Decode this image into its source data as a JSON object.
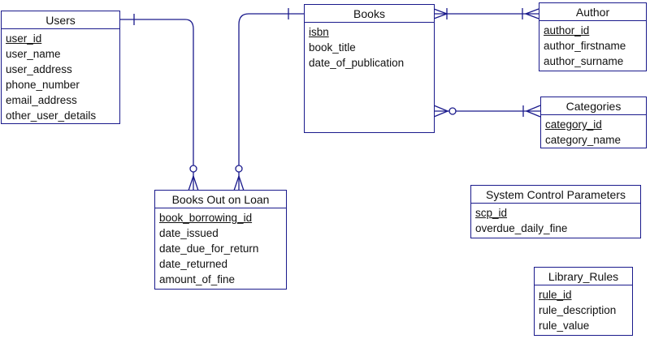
{
  "colors": {
    "line": "#1a1a8c",
    "border": "#1a1a8c"
  },
  "entities": {
    "users": {
      "title": "Users",
      "pk": "user_id",
      "attrs": [
        "user_name",
        "user_address",
        "phone_number",
        "email_address",
        "other_user_details"
      ]
    },
    "books": {
      "title": "Books",
      "pk": "isbn",
      "attrs": [
        "book_title",
        "date_of_publication"
      ]
    },
    "author": {
      "title": "Author",
      "pk": "author_id",
      "attrs": [
        "author_firstname",
        "author_surname"
      ]
    },
    "categories": {
      "title": "Categories",
      "pk": "category_id",
      "attrs": [
        "category_name"
      ]
    },
    "loan": {
      "title": "Books Out on Loan",
      "pk": "book_borrowing_id",
      "attrs": [
        "date_issued",
        "date_due_for_return",
        "date_returned",
        "amount_of_fine"
      ]
    },
    "scp": {
      "title": "System Control Parameters",
      "pk": "scp_id",
      "attrs": [
        "overdue_daily_fine"
      ]
    },
    "rules": {
      "title": "Library_Rules",
      "pk": "rule_id",
      "attrs": [
        "rule_description",
        "rule_value"
      ]
    }
  }
}
